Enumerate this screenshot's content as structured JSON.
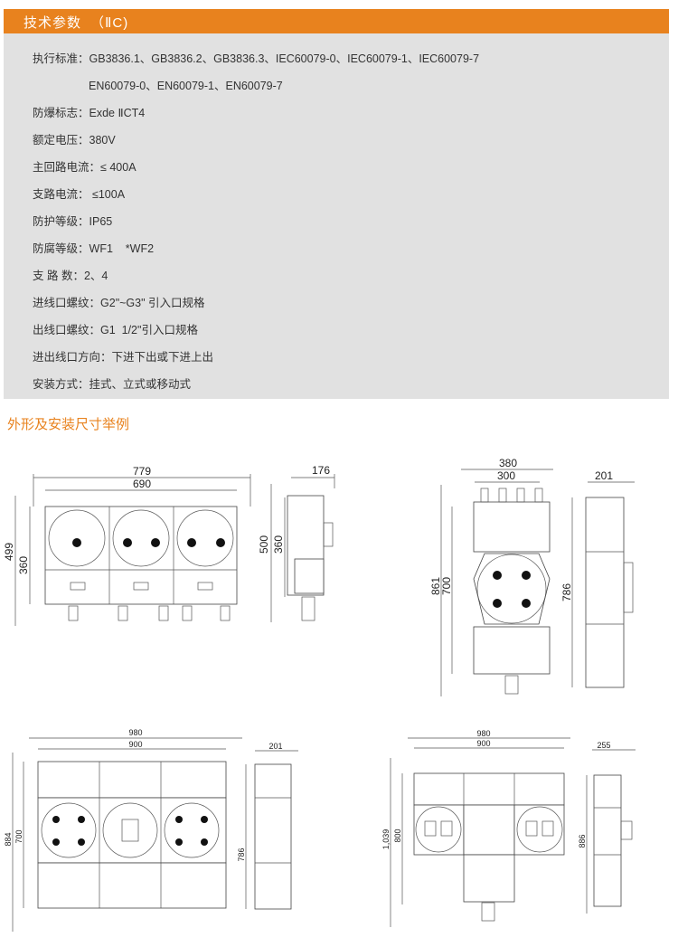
{
  "header": {
    "title": "技术参数",
    "subtitle": "（ⅡC)"
  },
  "specs": [
    {
      "label": "执行标准：",
      "value": "GB3836.1、GB3836.2、GB3836.3、IEC60079-0、IEC60079-1、IEC60079-7"
    },
    {
      "label": "",
      "value": "EN60079-0、EN60079-1、EN60079-7"
    },
    {
      "label": "防爆标志：",
      "value": "Exde ⅡCT4"
    },
    {
      "label": "额定电压：",
      "value": "380V"
    },
    {
      "label": "主回路电流：",
      "value": "≤ 400A"
    },
    {
      "label": "支路电流：",
      "value": " ≤100A"
    },
    {
      "label": "防护等级：",
      "value": "IP65"
    },
    {
      "label": "防腐等级：",
      "value": "WF1    *WF2"
    },
    {
      "label": "支 路 数：",
      "value": "2、4"
    },
    {
      "label": "进线口螺纹：",
      "value": "G2\"~G3\" 引入口规格"
    },
    {
      "label": "出线口螺纹：",
      "value": "G1  1/2\"引入口规格"
    },
    {
      "label": "进出线口方向：",
      "value": "下进下出或下进上出"
    },
    {
      "label": "安装方式：",
      "value": "挂式、立式或移动式"
    }
  ],
  "section_title": "外形及安装尺寸举例",
  "drawings": {
    "d1": {
      "w_outer": "779",
      "w_inner": "690",
      "h_outer": "499",
      "h_inner": "360",
      "side_w": "176",
      "side_h_outer": "500",
      "side_h_inner": "360"
    },
    "d2": {
      "w_outer": "380",
      "w_inner": "300",
      "h_outer": "861",
      "h_inner": "700",
      "side_w": "201",
      "side_h": "786"
    },
    "d3": {
      "w_outer": "980",
      "w_inner": "900",
      "h_outer": "884",
      "h_inner": "700",
      "side_w": "201",
      "side_h": "786"
    },
    "d4": {
      "w_outer": "980",
      "w_inner": "900",
      "h_outer": "1,039",
      "h_inner": "800",
      "side_w": "255",
      "side_h": "886"
    }
  },
  "colors": {
    "accent": "#e8821e",
    "panel": "#e1e1e1"
  }
}
